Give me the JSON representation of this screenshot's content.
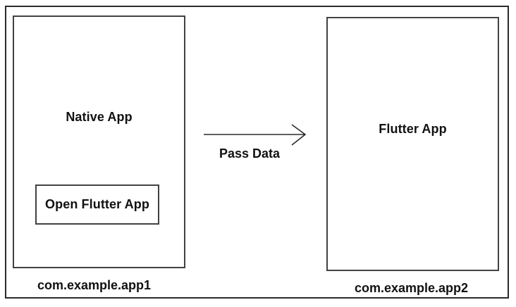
{
  "diagram": {
    "native": {
      "title": "Native App",
      "button_label": "Open Flutter App",
      "package": "com.example.app1"
    },
    "flutter": {
      "title": "Flutter App",
      "package": "com.example.app2"
    },
    "arrow": {
      "label": "Pass Data",
      "direction": "left-to-right"
    },
    "colors": {
      "frame_border": "#2b2b2b",
      "box_border": "#424242",
      "text": "#111111",
      "background": "#ffffff"
    }
  }
}
